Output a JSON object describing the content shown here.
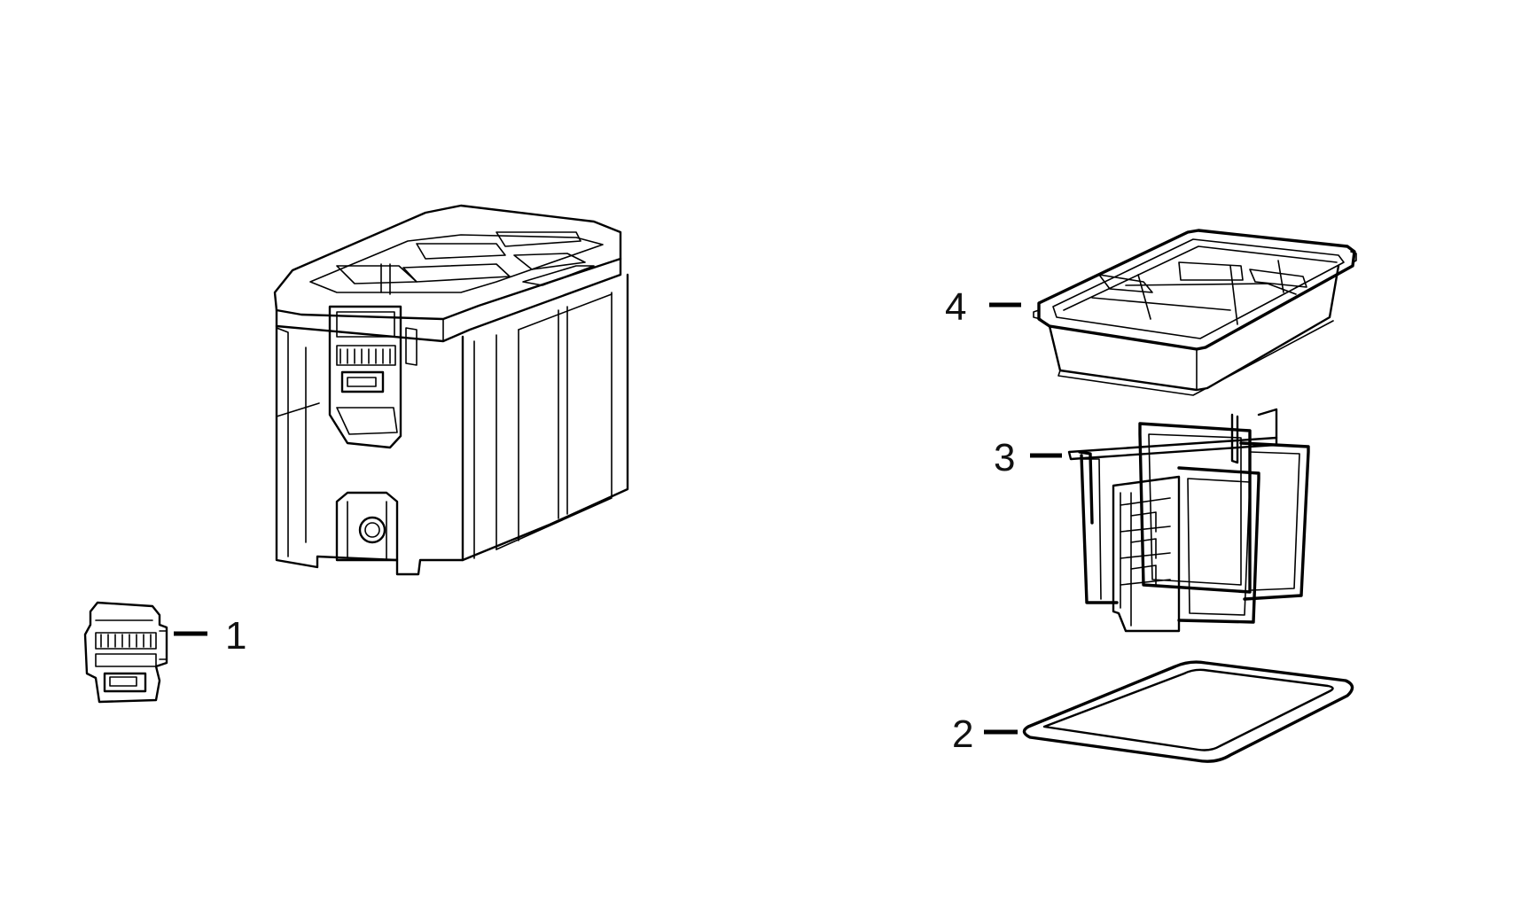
{
  "diagram": {
    "callouts": [
      {
        "id": "latch",
        "number": "1"
      },
      {
        "id": "seal",
        "number": "2"
      },
      {
        "id": "divider",
        "number": "3"
      },
      {
        "id": "tray",
        "number": "4"
      }
    ],
    "colors": {
      "line": "#000000",
      "background": "#ffffff",
      "text": "#111111"
    }
  }
}
